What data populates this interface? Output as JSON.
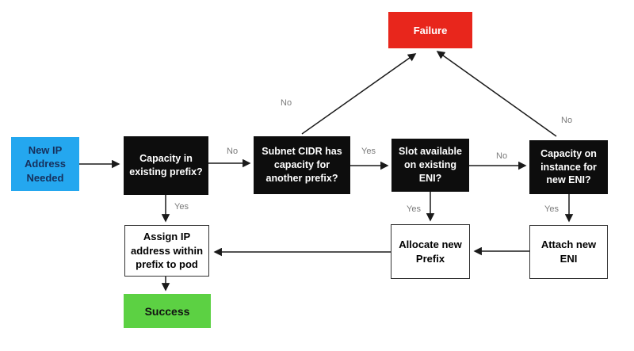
{
  "diagram": {
    "type": "flowchart",
    "nodes": {
      "new_ip": {
        "label": "New IP\nAddress\nNeeded",
        "kind": "start"
      },
      "capacity_existing_prefix": {
        "label": "Capacity in\nexisting prefix?",
        "kind": "decision"
      },
      "subnet_cidr_capacity": {
        "label": "Subnet CIDR has\ncapacity for\nanother prefix?",
        "kind": "decision"
      },
      "slot_available_eni": {
        "label": "Slot available\non existing\nENI?",
        "kind": "decision"
      },
      "capacity_instance_eni": {
        "label": "Capacity on\ninstance for\nnew ENI?",
        "kind": "decision"
      },
      "failure": {
        "label": "Failure",
        "kind": "terminal-failure"
      },
      "assign_ip": {
        "label": "Assign IP\naddress within\nprefix to pod",
        "kind": "process"
      },
      "allocate_prefix": {
        "label": "Allocate new\nPrefix",
        "kind": "process"
      },
      "attach_eni": {
        "label": "Attach new\nENI",
        "kind": "process"
      },
      "success": {
        "label": "Success",
        "kind": "terminal-success"
      }
    },
    "edge_labels": {
      "q1_no": "No",
      "q1_yes": "Yes",
      "q2_yes": "Yes",
      "q2_no": "No",
      "q3_no": "No",
      "q3_yes": "Yes",
      "q4_no": "No",
      "q4_yes": "Yes"
    },
    "colors": {
      "start_bg": "#24a7ef",
      "start_text": "#16305c",
      "decision_bg": "#0d0d0d",
      "decision_text": "#ffffff",
      "failure_bg": "#e8261c",
      "failure_text": "#ffffff",
      "success_bg": "#5cd143",
      "success_text": "#111111",
      "process_bg": "#ffffff",
      "process_border": "#333333",
      "edge_label_text": "#7a7a7a",
      "arrow": "#1a1a1a"
    }
  }
}
